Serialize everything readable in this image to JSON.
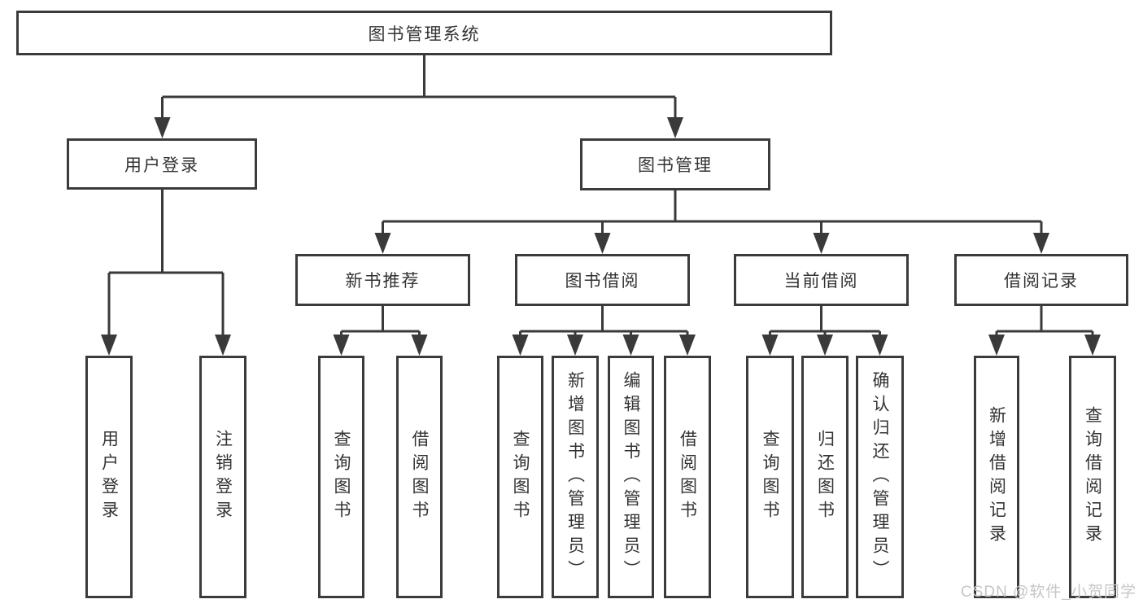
{
  "tree": {
    "root": {
      "label": "图书管理系统"
    },
    "level2": [
      {
        "label": "用户登录",
        "leaves": [
          {
            "label": "用户登录"
          },
          {
            "label": "注销登录"
          }
        ]
      },
      {
        "label": "图书管理",
        "sections": [
          {
            "label": "新书推荐",
            "leaves": [
              {
                "label": "查询图书"
              },
              {
                "label": "借阅图书"
              }
            ]
          },
          {
            "label": "图书借阅",
            "leaves": [
              {
                "label": "查询图书"
              },
              {
                "label": "新增图书（管理员）"
              },
              {
                "label": "编辑图书（管理员）"
              },
              {
                "label": "借阅图书"
              }
            ]
          },
          {
            "label": "当前借阅",
            "leaves": [
              {
                "label": "查询图书"
              },
              {
                "label": "归还图书"
              },
              {
                "label": "确认归还（管理员）"
              }
            ]
          },
          {
            "label": "借阅记录",
            "leaves": [
              {
                "label": "新增借阅记录"
              },
              {
                "label": "查询借阅记录"
              }
            ]
          }
        ]
      }
    ]
  },
  "watermark": "CSDN @软件_小贺同学",
  "colors": {
    "line": "#3a3a3a",
    "border": "#3b3b3b",
    "text": "#333333",
    "watermark": "#c6c6c6",
    "background": "#ffffff"
  }
}
